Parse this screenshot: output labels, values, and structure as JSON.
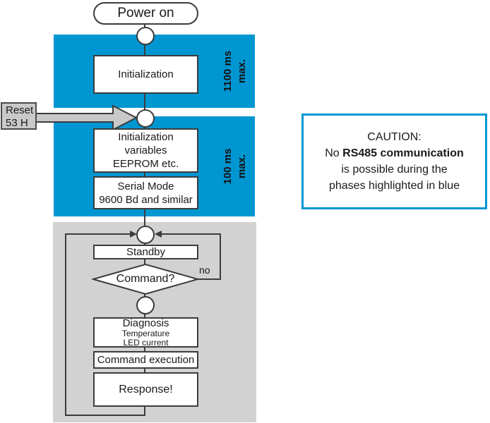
{
  "colors": {
    "highlight_blue": "#0096D2",
    "panel_gray": "#D2D2D2",
    "line_dark": "#3C3C3C"
  },
  "flowchart": {
    "start_label": "Power on",
    "reset": {
      "line1": "Reset",
      "line2": "53 H"
    },
    "phase1": {
      "step": "Initialization",
      "duration_line1": "1100 ms",
      "duration_line2": "max."
    },
    "phase2": {
      "step1_line1": "Initialization",
      "step1_line2": "variables",
      "step1_line3": "EEPROM etc.",
      "step2_line1": "Serial Mode",
      "step2_line2": "9600 Bd and similar",
      "duration_line1": "100 ms",
      "duration_line2": "max."
    },
    "loop": {
      "standby": "Standby",
      "decision": "Command?",
      "no_label": "no",
      "diagnosis_line1": "Diagnosis",
      "diagnosis_line2": "Temperature",
      "diagnosis_line3": "LED current",
      "command_execution": "Command execution",
      "response": "Response!"
    }
  },
  "caution": {
    "line1": "CAUTION:",
    "line2_prefix": "No ",
    "line2_bold": "RS485 communication",
    "line3": "is possible during the",
    "line4": "phases highlighted in blue"
  }
}
